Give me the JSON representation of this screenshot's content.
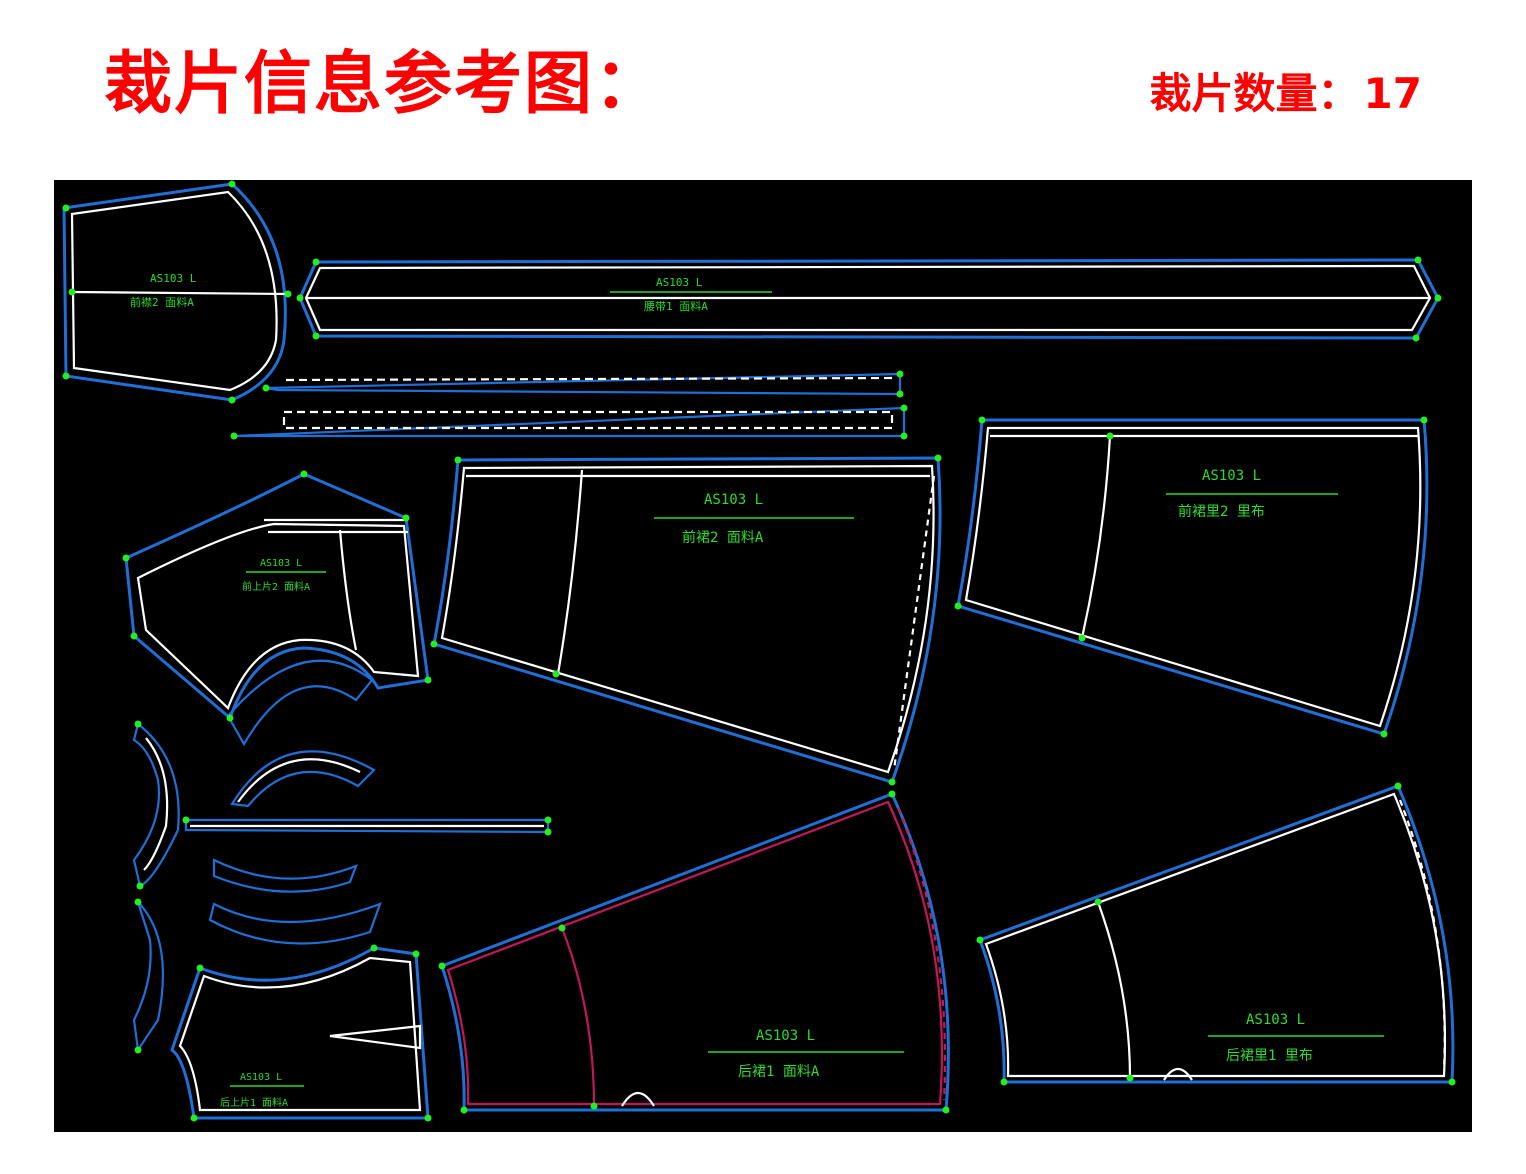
{
  "header": {
    "title": "裁片信息参考图：",
    "count_label": "裁片数量：",
    "count_value": "17"
  },
  "colors": {
    "title": "#ff0000",
    "background": "#000000",
    "outline": "#1f6fd6",
    "seam": "#ffffff",
    "notch": "#22ee22",
    "label": "#2bdc2b",
    "back_piece": "#c2185b"
  },
  "pieces": [
    {
      "id": "front-placket",
      "model": "AS103 L",
      "name": "前襟2 面料A"
    },
    {
      "id": "waistband",
      "model": "AS103 L",
      "name": "腰带1 面料A"
    },
    {
      "id": "front-upper",
      "model": "AS103 L",
      "name": "前上片2 面料A"
    },
    {
      "id": "front-skirt",
      "model": "AS103 L",
      "name": "前裙2 面料A"
    },
    {
      "id": "front-lining",
      "model": "AS103 L",
      "name": "前裙里2 里布"
    },
    {
      "id": "back-upper",
      "model": "AS103 L",
      "name": "后上片1 面料A"
    },
    {
      "id": "back-skirt",
      "model": "AS103 L",
      "name": "后裙1 面料A"
    },
    {
      "id": "back-lining",
      "model": "AS103 L",
      "name": "后裙里1 里布"
    }
  ]
}
